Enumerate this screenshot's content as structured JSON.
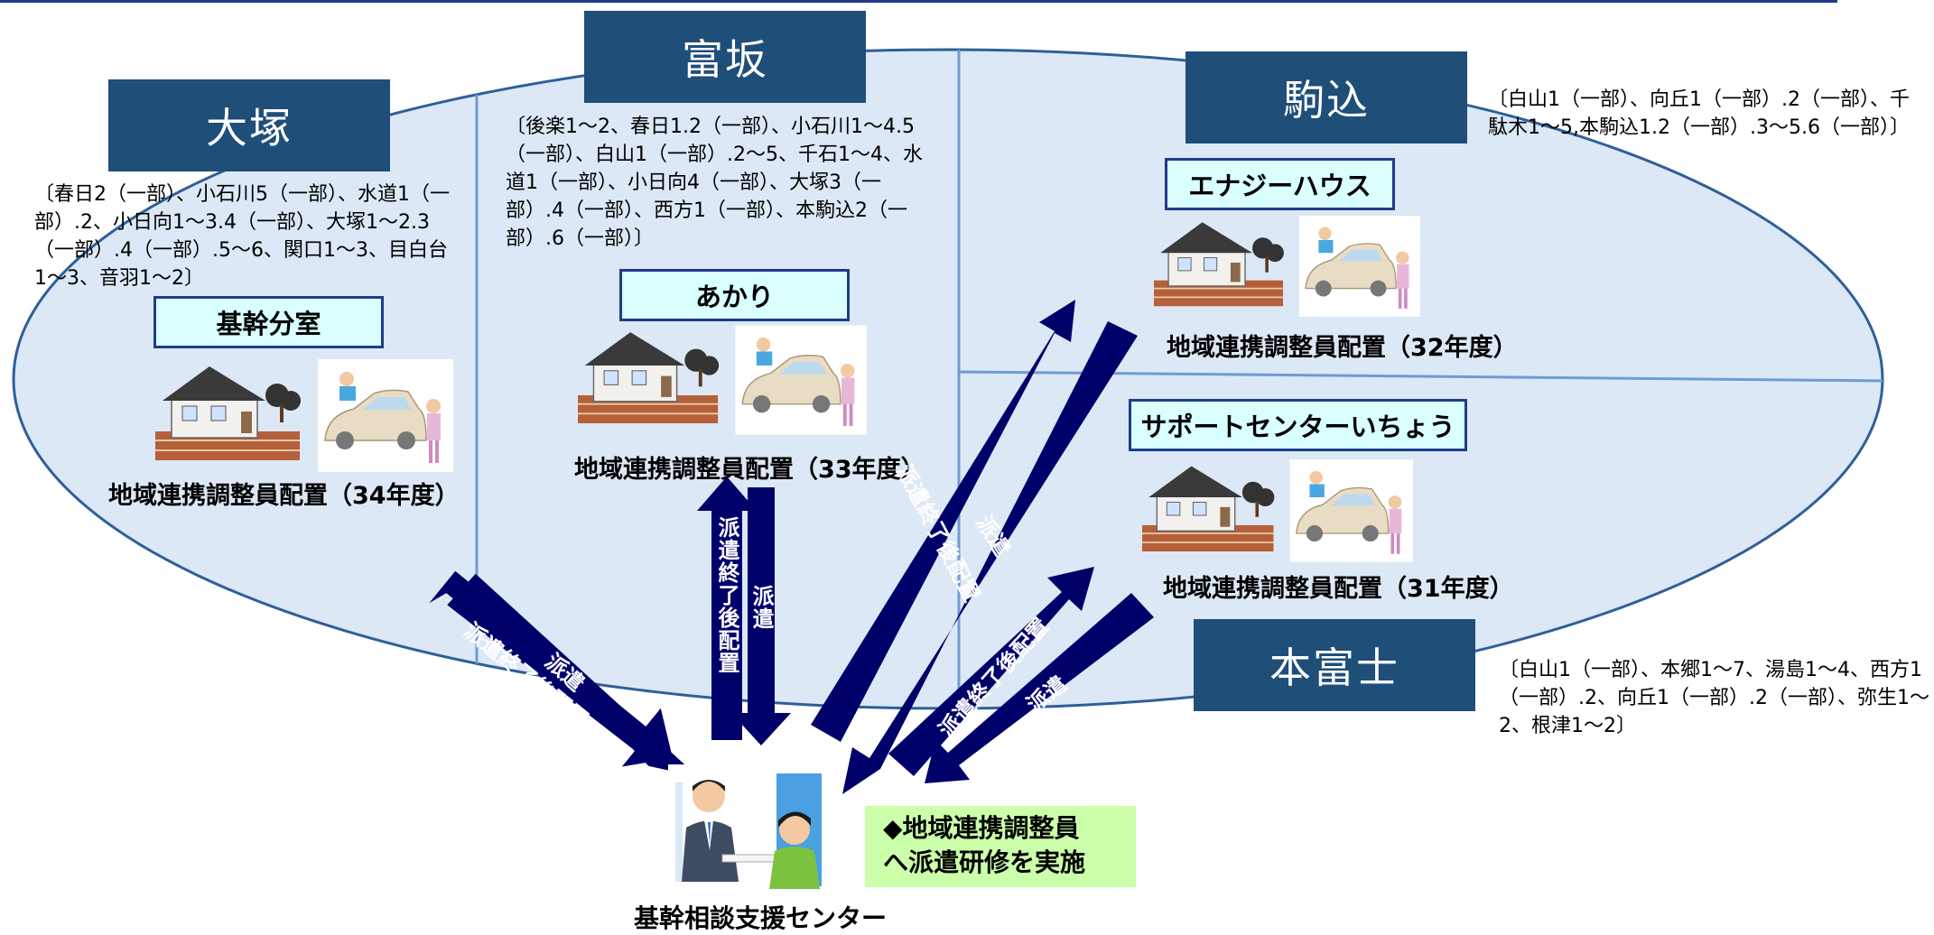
{
  "regions": {
    "otsuka": {
      "name": "大塚",
      "areas": "〔春日2（一部）、小石川5（一部）、水道1（一部）.2、小日向1〜3.4（一部）、大塚1〜2.3（一部）.4（一部）.5〜6、関口1〜3、目白台1〜3、音羽1〜2〕",
      "facility": "基幹分室",
      "caption": "地域連携調整員配置（34年度）"
    },
    "tomisaka": {
      "name": "富坂",
      "areas": "〔後楽1〜2、春日1.2（一部）、小石川1〜4.5（一部）、白山1（一部）.2〜5、千石1〜4、水道1（一部）、小日向4（一部）、大塚3（一部）.4（一部）、西方1（一部）、本駒込2（一部）.6（一部）〕",
      "facility": "あかり",
      "caption": "地域連携調整員配置（33年度）"
    },
    "komagome": {
      "name": "駒込",
      "areas": "〔白山1（一部）、向丘1（一部）.2（一部）、千駄木1〜5,本駒込1.2（一部）.3〜5.6（一部）〕",
      "facility": "エナジーハウス",
      "caption": "地域連携調整員配置（32年度）"
    },
    "honfuji": {
      "name": "本富士",
      "areas": "〔白山1（一部）、本郷1〜7、湯島1〜4、西方1（一部）.2、向丘1（一部）.2（一部）、弥生1〜2、根津1〜2〕",
      "facility": "サポートセンターいちょう",
      "caption": "地域連携調整員配置（31年度）"
    }
  },
  "arrows": {
    "dispatch": "派遣",
    "after_dispatch": "派遣終了後配置"
  },
  "center": {
    "name": "基幹相談支援センター",
    "note_line1": "◆地域連携調整員",
    "note_line2": "へ派遣研修を実施"
  },
  "colors": {
    "region_box": "#1f4e79",
    "arrow": "#00006b",
    "ellipse_fill": "#dce8f5",
    "ellipse_stroke": "#2f5f9a",
    "facility_fill": "#d9ffff",
    "note_fill": "#ccffaa"
  }
}
